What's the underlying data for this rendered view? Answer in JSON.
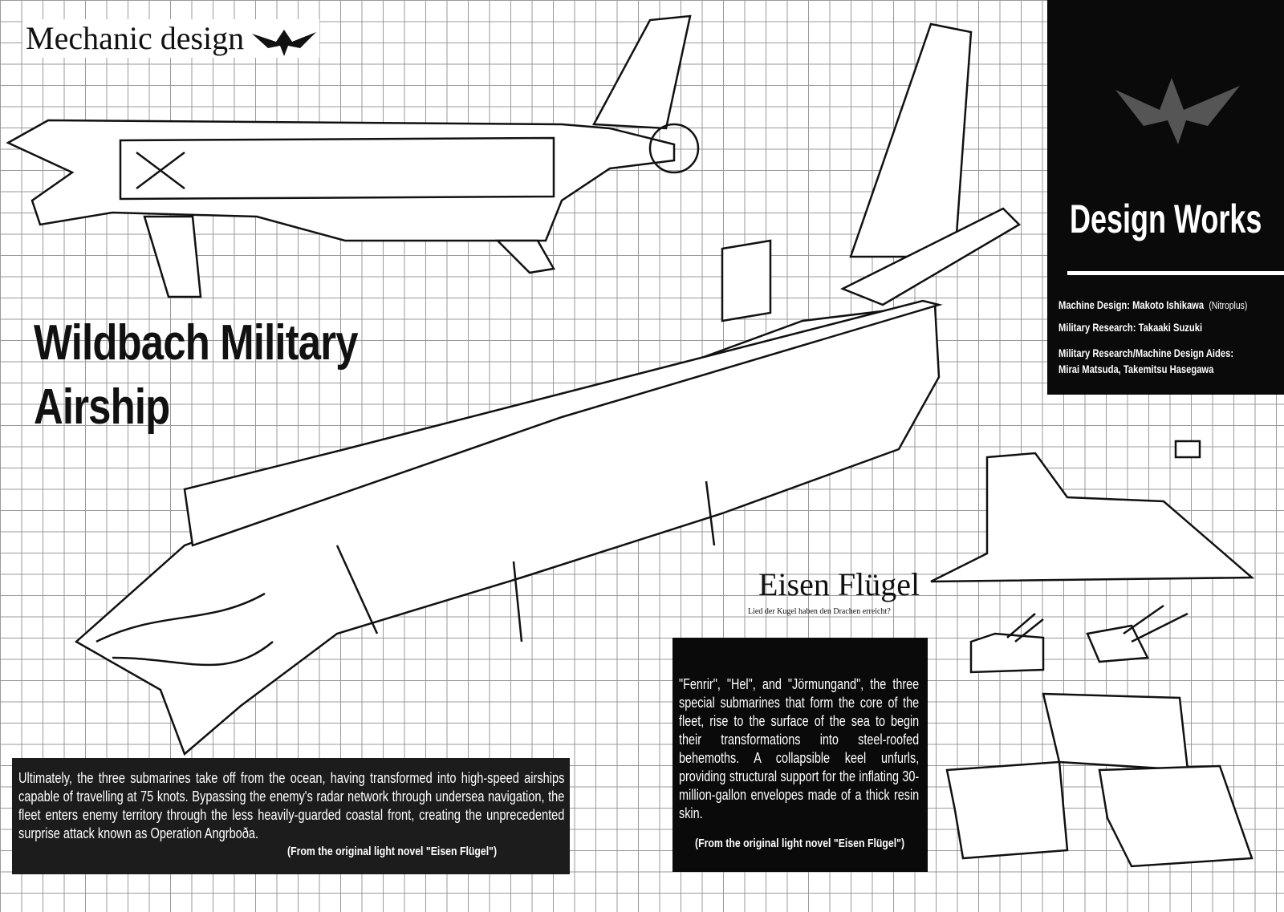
{
  "header": {
    "label": "Mechanic design",
    "logo": "dragon-emblem"
  },
  "title": {
    "line1": "Wildbach Military",
    "line2": "Airship"
  },
  "panel": {
    "heading": "Design Works",
    "logo": "dragon-emblem",
    "credits": [
      {
        "text": "Machine Design: Makoto Ishikawa",
        "note": "(Nitroplus)"
      },
      {
        "text": "Military Research: Takaaki Suzuki"
      },
      {
        "text": "Military Research/Machine Design Aides:"
      },
      {
        "text": "Mirai Matsuda, Takemitsu Hasegawa"
      }
    ]
  },
  "logo_text": {
    "title": "Eisen Flügel",
    "subtitle": "Lied der Kugel haben den Drachen erreicht?"
  },
  "box1": {
    "text": "Ultimately, the three submarines take off from the ocean, having transformed into high-speed airships capable of travelling at 75 knots. Bypassing the enemy's radar network through undersea navigation, the fleet enters enemy territory through the less heavily-guarded coastal front, creating the unprecedented surprise attack known as Operation Angrboða.",
    "source": "(From the original light novel \"Eisen Flügel\")"
  },
  "box2": {
    "text": "\"Fenrir\", \"Hel\", and \"Jörmungand\", the three special submarines that form the core of the fleet, rise to the surface of the sea to begin their transformations into steel-roofed behemoths. A collapsible keel unfurls, providing structural support for the inflating 30-million-gallon envelopes made of a thick resin skin.",
    "source": "(From the original light novel \"Eisen Flügel\")"
  }
}
